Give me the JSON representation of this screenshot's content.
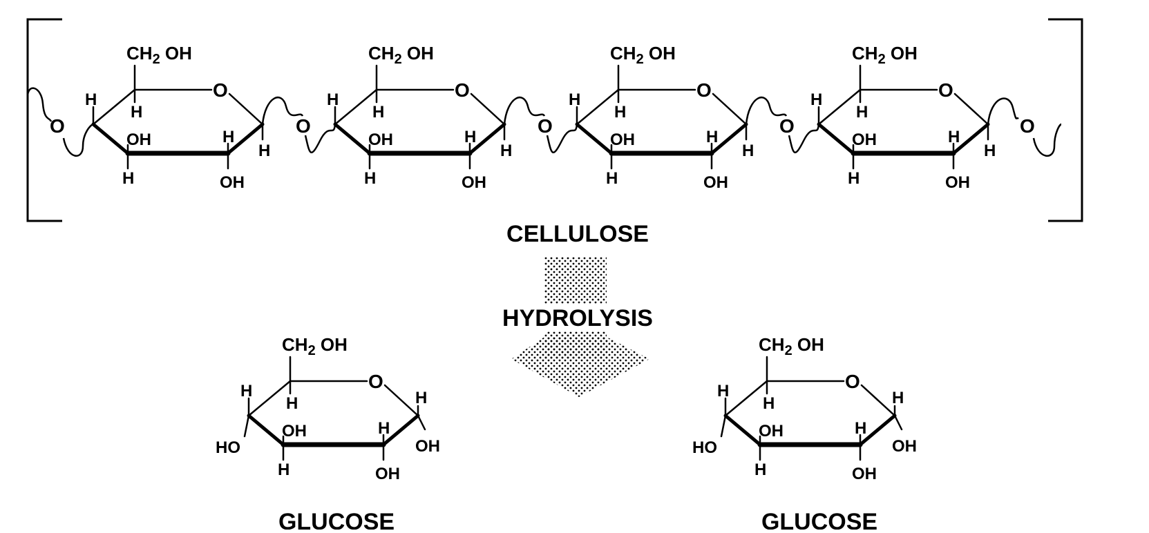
{
  "labels": {
    "polymer": "CELLULOSE",
    "process": "HYDROLYSIS",
    "product_left": "GLUCOSE",
    "product_right": "GLUCOSE"
  },
  "atoms": {
    "ring_oxygen": "O",
    "hydrogen": "H",
    "hydroxyl": "OH",
    "hydroxyl_left": "HO",
    "ch2_part": "CH",
    "subscript_2": "2",
    "ch2_tail": "OH",
    "linkage_oxygen": "O"
  },
  "colors": {
    "ink": "#000000",
    "background": "#ffffff"
  },
  "structure": {
    "cellulose_units": 4,
    "glucose_products": 2
  }
}
